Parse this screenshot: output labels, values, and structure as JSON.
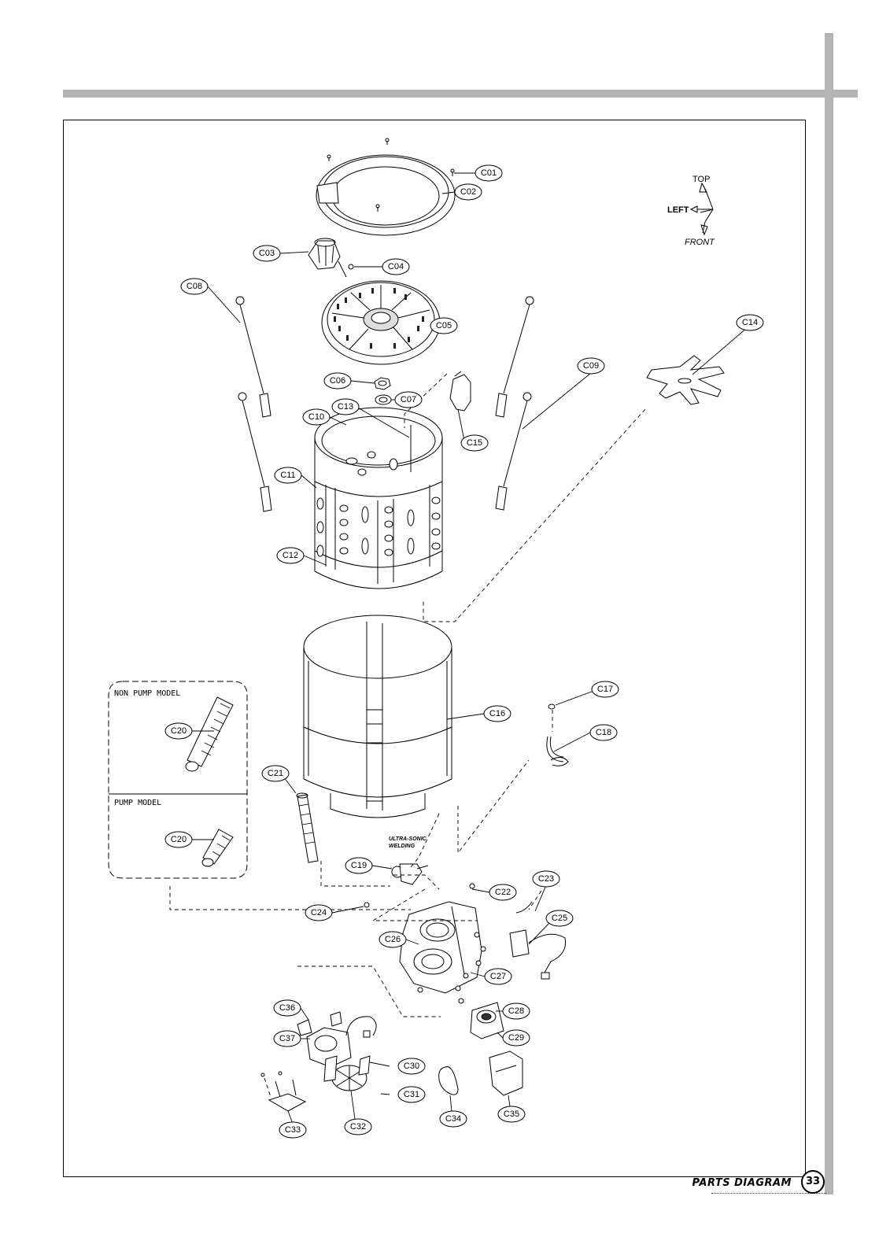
{
  "parts": {
    "C01": "C01",
    "C02": "C02",
    "C03": "C03",
    "C04": "C04",
    "C05": "C05",
    "C06": "C06",
    "C07": "C07",
    "C08": "C08",
    "C09": "C09",
    "C10": "C10",
    "C11": "C11",
    "C12": "C12",
    "C13": "C13",
    "C14": "C14",
    "C15": "C15",
    "C16": "C16",
    "C17": "C17",
    "C18": "C18",
    "C19": "C19",
    "C20a": "C20",
    "C20b": "C20",
    "C21": "C21",
    "C22": "C22",
    "C23": "C23",
    "C24": "C24",
    "C25": "C25",
    "C26": "C26",
    "C27": "C27",
    "C28": "C28",
    "C29": "C29",
    "C30": "C30",
    "C31": "C31",
    "C32": "C32",
    "C33": "C33",
    "C34": "C34",
    "C35": "C35",
    "C36": "C36",
    "C37": "C37"
  },
  "orientation": {
    "top": "TOP",
    "left": "LEFT",
    "front": "FRONT"
  },
  "inset": {
    "non_pump": "NON PUMP MODEL",
    "pump": "PUMP MODEL"
  },
  "note": {
    "line1": "ULTRA-SONIC",
    "line2": "WELDING"
  },
  "footer": {
    "title": "PARTS DIAGRAM",
    "page": "33"
  }
}
